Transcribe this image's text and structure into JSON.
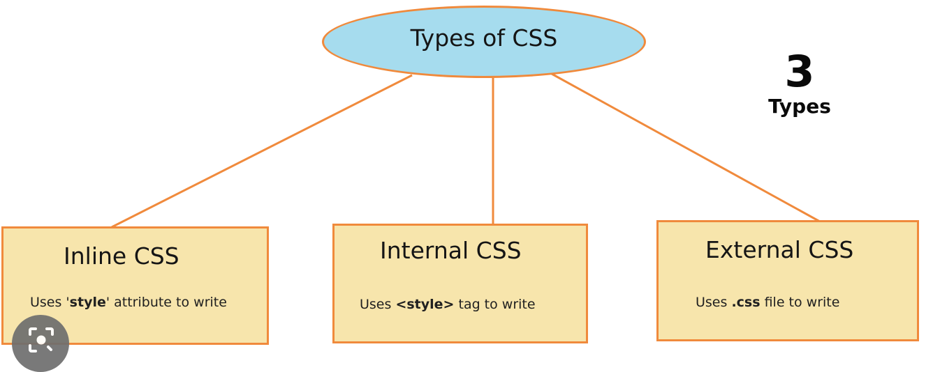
{
  "diagram": {
    "root": {
      "label": "Types of CSS"
    },
    "count": {
      "number": "3",
      "label": "Types"
    },
    "nodes": [
      {
        "title": "Inline CSS",
        "desc_prefix": "Uses '",
        "desc_code": "style",
        "desc_suffix": "' attribute to write"
      },
      {
        "title": "Internal CSS",
        "desc_prefix": "Uses ",
        "desc_code": "<style>",
        "desc_suffix": " tag to write"
      },
      {
        "title": "External CSS",
        "desc_prefix": "Uses ",
        "desc_code": ".css",
        "desc_suffix": " file to write"
      }
    ]
  },
  "overlay": {
    "icon": "visual-search-icon"
  },
  "colors": {
    "ellipse_fill": "#a6dcee",
    "box_fill": "#f7e5ac",
    "border": "#f08a3c"
  }
}
